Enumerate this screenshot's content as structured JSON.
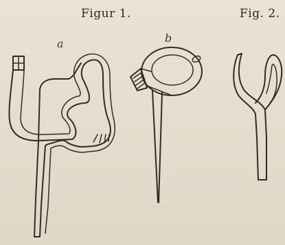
{
  "figures": {
    "figure1_caption": "Figur 1.",
    "figure2_caption": "Fig. 2.",
    "label_a": "a",
    "label_b": "b"
  }
}
